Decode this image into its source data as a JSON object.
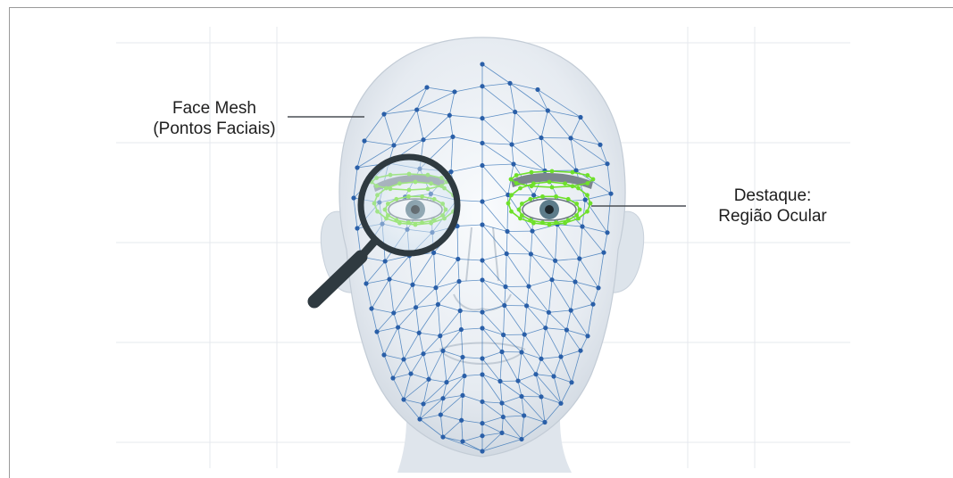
{
  "annotations": {
    "left": {
      "line1": "Face Mesh",
      "line2": "(Pontos Faciais)"
    },
    "right": {
      "line1": "Destaque:",
      "line2": "Região Ocular"
    }
  },
  "colors": {
    "mesh_line": "#2f6fb5",
    "mesh_dot": "#2a5fa8",
    "highlight": "#6ee02a",
    "magnifier": "#2f3a40",
    "grid": "#e6e9ee",
    "head_fill": "#edf1f5"
  },
  "icons": [
    "magnifying-glass-icon"
  ]
}
